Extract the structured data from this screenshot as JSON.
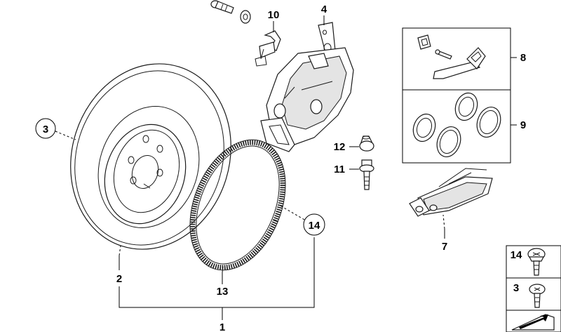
{
  "diagram": {
    "labels": {
      "p1": "1",
      "p2": "2",
      "p3": "3",
      "p4": "4",
      "p7": "7",
      "p8": "8",
      "p9": "9",
      "p10": "10",
      "p11": "11",
      "p12": "12",
      "p13": "13",
      "p14": "14"
    },
    "legend": {
      "row1": "14",
      "row2": "3"
    }
  }
}
